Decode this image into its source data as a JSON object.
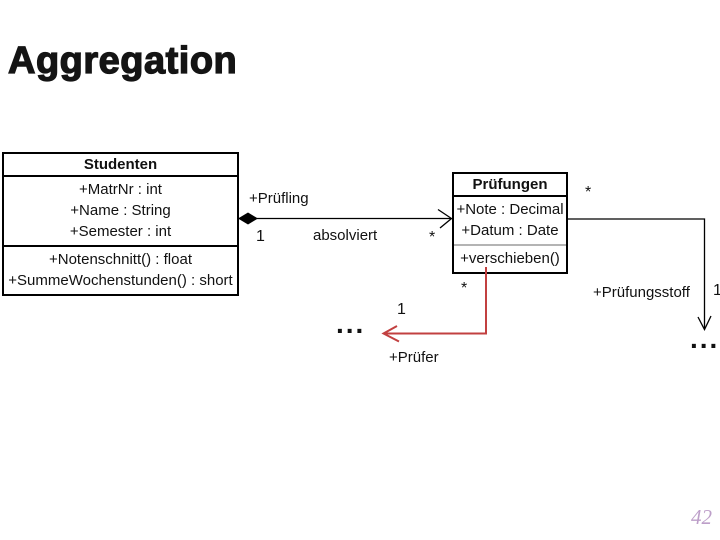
{
  "slide": {
    "title": "Aggregation",
    "page_number": "42"
  },
  "uml": {
    "studenten": {
      "name": "Studenten",
      "attributes": [
        "+MatrNr : int",
        "+Name : String",
        "+Semester : int"
      ],
      "methods": [
        "+Notenschnitt() : float",
        "+SummeWochenstunden() : short"
      ]
    },
    "pruefungen": {
      "name": "Prüfungen",
      "attributes": [
        "+Note : Decimal",
        "+Datum : Date"
      ],
      "methods": [
        "+verschieben()"
      ]
    },
    "absolviert": {
      "label": "absolviert",
      "role": "+Prüfling",
      "kind": "aggregation",
      "mult_source": "1",
      "mult_target": "*"
    },
    "pruefer": {
      "role": "+Prüfer",
      "mult_source": "*",
      "mult_target": "1",
      "ellipsis": "..."
    },
    "pruefungsstoff": {
      "role": "+Prüfungsstoff",
      "mult_source": "*",
      "mult_target": "1",
      "ellipsis": "..."
    }
  },
  "colors": {
    "red_line": "#c24040",
    "page_number": "#bd9fc9"
  }
}
